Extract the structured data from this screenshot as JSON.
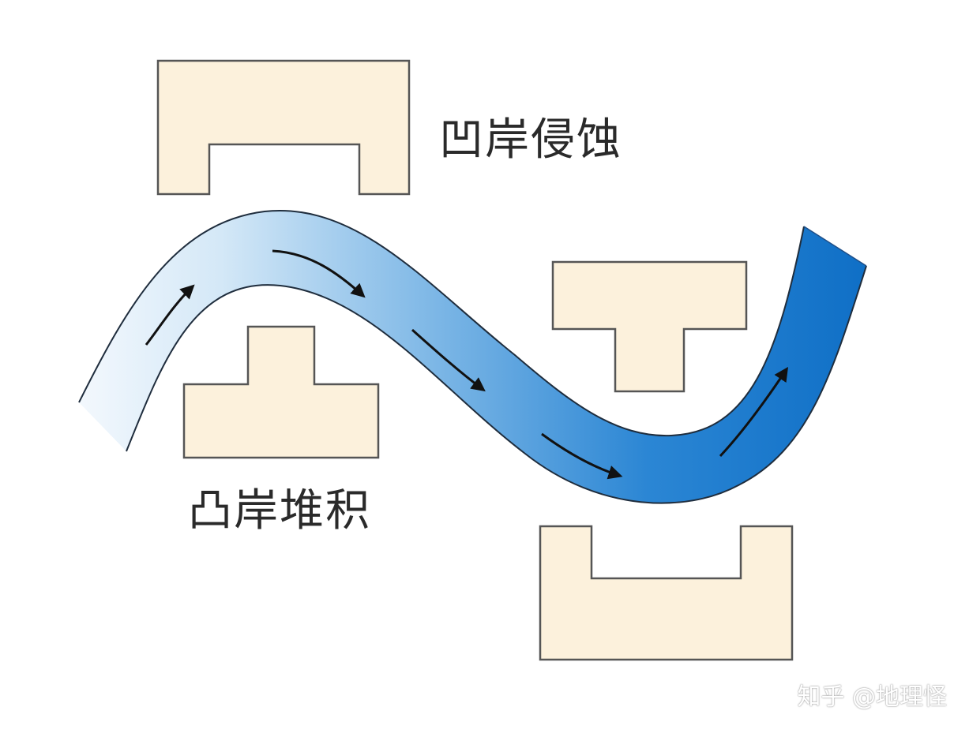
{
  "labels": {
    "concave_bank": "凹岸侵蚀",
    "convex_bank": "凸岸堆积"
  },
  "watermark": "知乎 @地理怪",
  "colors": {
    "block_fill": "#fcf1dc",
    "block_stroke": "#555555",
    "river_light": "#e6f2fb",
    "river_mid": "#6fb0e3",
    "river_dark": "#1677cc",
    "river_edge": "#1f2d3d",
    "arrow": "#111111"
  },
  "icons": {
    "flow_arrows": "arrow-icon"
  }
}
